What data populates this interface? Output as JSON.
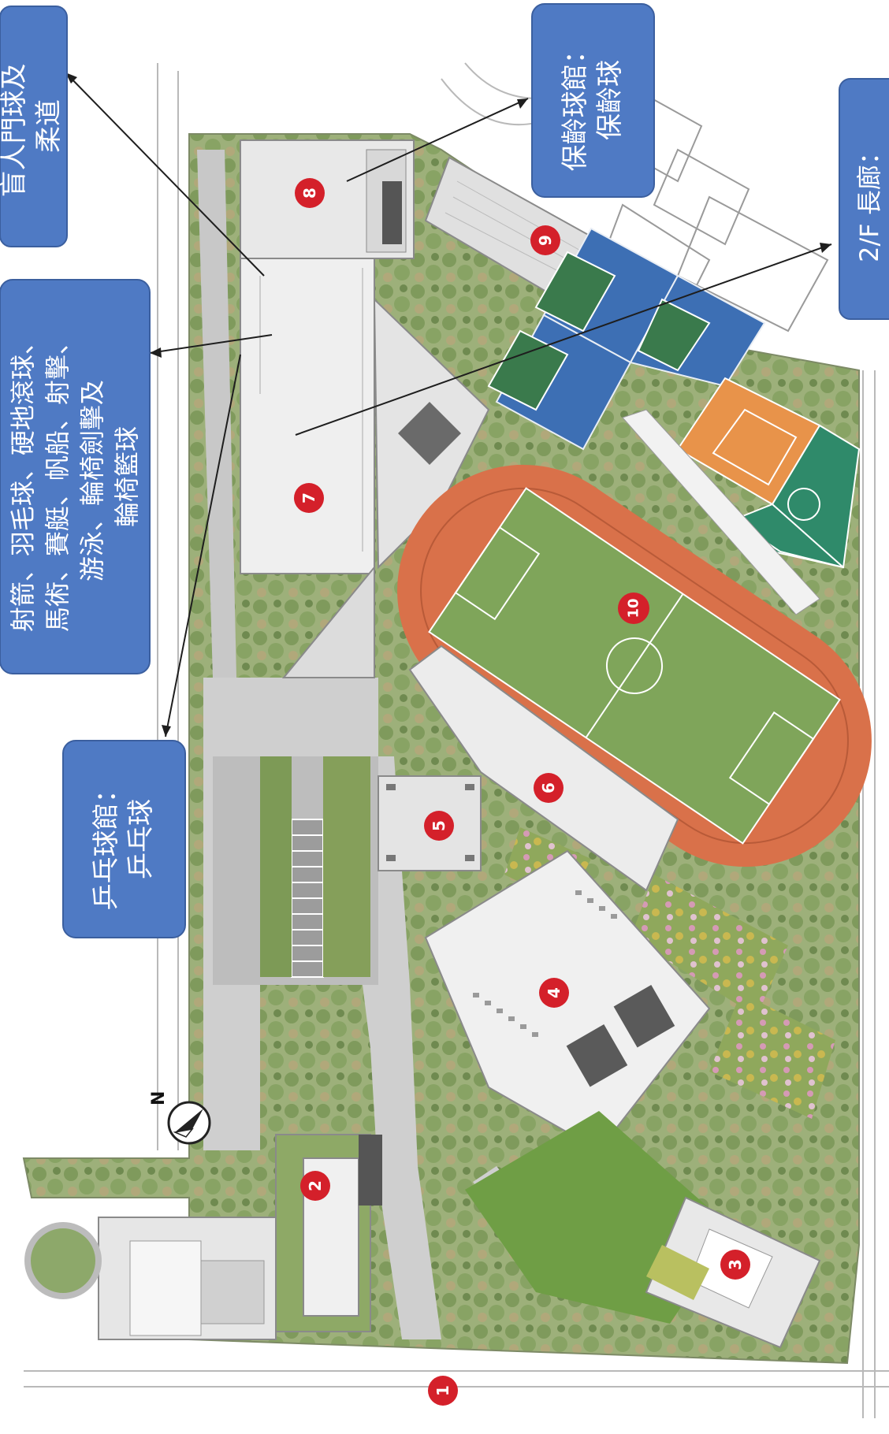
{
  "markers": {
    "m1": "1",
    "m2": "2",
    "m3": "3",
    "m4": "4",
    "m5": "5",
    "m6": "6",
    "m7": "7",
    "m8": "8",
    "m9": "9",
    "m10": "10"
  },
  "compass": {
    "north_label": "N"
  },
  "callouts": {
    "judo": {
      "lines": [
        "盲人門球及",
        "柔道"
      ]
    },
    "multi_sport": {
      "lines": [
        "射箭、羽毛球、硬地滾球、",
        "馬術、賽艇、帆船、射擊、",
        "游泳、輪椅劍擊及",
        "輪椅籃球"
      ]
    },
    "table_tennis": {
      "lines": [
        "乒乓球館：",
        "乒乓球"
      ]
    },
    "bowling": {
      "lines": [
        "保齡球館：",
        "保齡球"
      ]
    },
    "corridor": {
      "lines": [
        "2/F 長廊："
      ]
    }
  },
  "colors": {
    "callout_fill": "#4f7ac4",
    "callout_border": "#3b5f9f",
    "marker_red": "#d4202a",
    "track": "#d9714a",
    "field_green": "#7fa55a",
    "court_blue": "#3d6fb4",
    "court_orange": "#e8934a",
    "court_teal": "#2f8a6a",
    "vegetation": "#8da86a"
  }
}
